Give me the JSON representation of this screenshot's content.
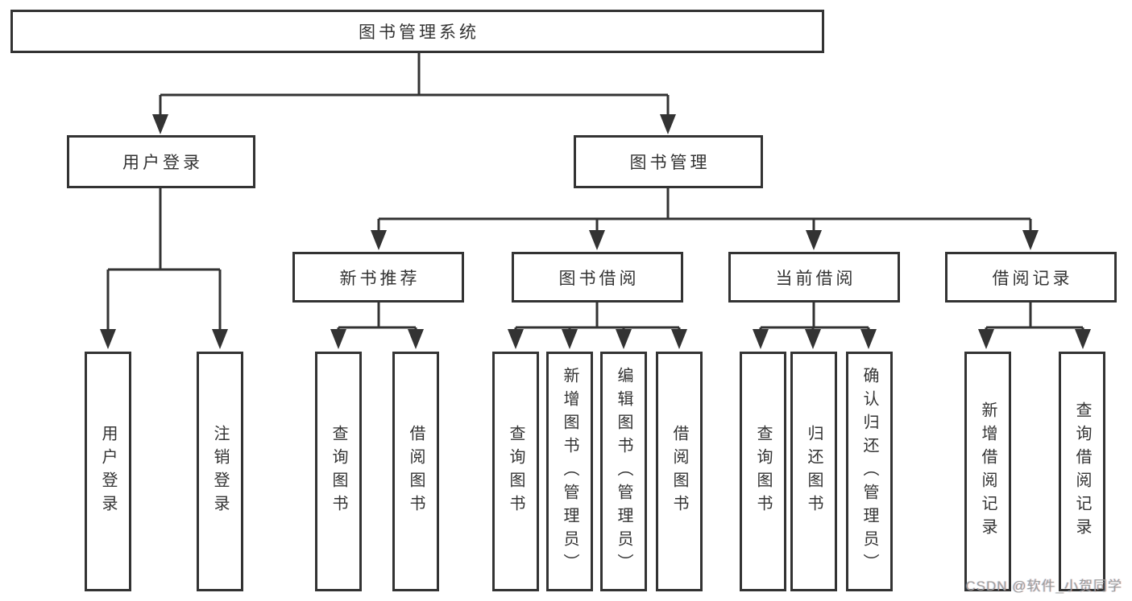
{
  "nodes": {
    "root": "图书管理系统",
    "level2": {
      "user_login": "用户登录",
      "book_mgmt": "图书管理"
    },
    "level3": {
      "new_books": "新书推荐",
      "borrow": "图书借阅",
      "current": "当前借阅",
      "records": "借阅记录"
    },
    "leaves": {
      "a1": "用户登录",
      "a2": "注销登录",
      "b1": "查询图书",
      "b2": "借阅图书",
      "c1": "查询图书",
      "c2": "新增图书（管理员）",
      "c3": "编辑图书（管理员）",
      "c4": "借阅图书",
      "d1": "查询图书",
      "d2": "归还图书",
      "d3": "确认归还（管理员）",
      "e1": "新增借阅记录",
      "e2": "查询借阅记录"
    }
  },
  "watermark": "CSDN @软件_小贺同学",
  "colors": {
    "line": "#333333",
    "border": "#333333",
    "text": "#333333",
    "background": "#ffffff",
    "watermark": "#9e9e9e"
  }
}
